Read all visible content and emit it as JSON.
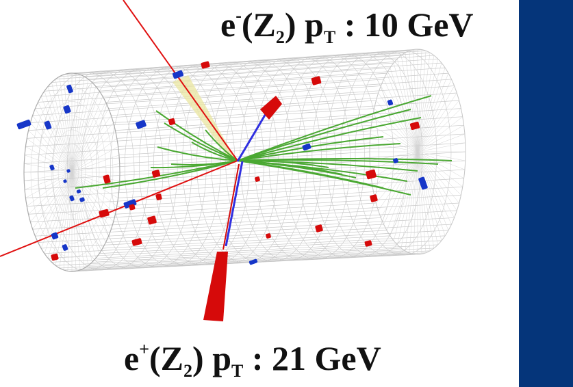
{
  "labels": {
    "top": {
      "particle": "e",
      "charge": "-",
      "boson": "(Z",
      "boson_index": "2",
      "close": ")",
      "pt": "p",
      "pt_sub": "T",
      "colon": " : ",
      "value": "10 GeV"
    },
    "bottom": {
      "particle": "e",
      "charge": "+",
      "boson": "(Z",
      "boson_index": "2",
      "close": ")",
      "pt": "p",
      "pt_sub": "T",
      "colon": " : ",
      "value": "21 GeV"
    }
  },
  "colors": {
    "side_bar": "#05357a",
    "mesh": "#c8c8c8",
    "track_green": "#4aa832",
    "track_red": "#e01010",
    "tower_red": "#d60a0a",
    "hit_blue": "#1636c8",
    "cone_yellow": "#e9e6a0"
  }
}
